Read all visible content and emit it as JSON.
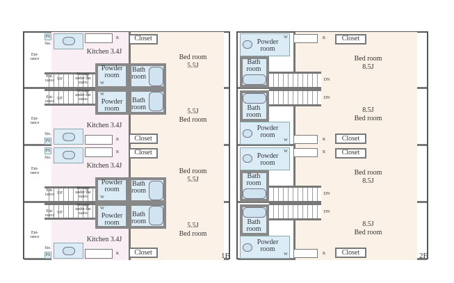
{
  "floors": [
    {
      "label": "1F",
      "units": [
        {
          "kitchen": "Kitchen 3.4J",
          "bedroom": "Bed room",
          "size": "5.5J",
          "closet": "Closet",
          "powder": "Powder room",
          "bath": "Bath room",
          "entrance": "Ent-rance",
          "stair_entrance": "Ent-rance",
          "up": "UP",
          "storage": "Storage under the stairs",
          "ps": "PS",
          "sto": "Sto.",
          "w": "W",
          "r": "R"
        },
        {
          "kitchen": "Kitchen 3.4J",
          "bedroom": "Bed room",
          "size": "5.5J",
          "closet": "Closet",
          "powder": "Powder room",
          "bath": "Bath room",
          "entrance": "Ent-rance",
          "stair_entrance": "Ent-rance",
          "up": "UP",
          "storage": "Storage under the stairs",
          "ps": "PS",
          "sto": "Sto.",
          "w": "W",
          "r": "R"
        },
        {
          "kitchen": "Kitchen 3.4J",
          "bedroom": "Bed room",
          "size": "5.5J",
          "closet": "Closet",
          "powder": "Powder room",
          "bath": "Bath room",
          "entrance": "Ent-rance",
          "stair_entrance": "Ent-rance",
          "up": "UP",
          "storage": "Storage under the stairs",
          "ps": "PS",
          "sto": "Sto.",
          "w": "W",
          "r": "R"
        },
        {
          "kitchen": "Kitchen 3.4J",
          "bedroom": "Bed room",
          "size": "5.5J",
          "closet": "Closet",
          "powder": "Powder room",
          "bath": "Bath room",
          "entrance": "Ent-rance",
          "stair_entrance": "Ent-rance",
          "up": "UP",
          "storage": "Storage under the stairs",
          "ps": "PS",
          "sto": "Sto.",
          "w": "W",
          "r": "R"
        }
      ]
    },
    {
      "label": "2F",
      "units": [
        {
          "bedroom": "Bed room",
          "size": "8.5J",
          "closet": "Closet",
          "powder": "Powder room",
          "bath": "Bath room",
          "dn": "DN",
          "w": "W",
          "r": "R"
        },
        {
          "bedroom": "Bed room",
          "size": "8.5J",
          "closet": "Closet",
          "powder": "Powder room",
          "bath": "Bath room",
          "dn": "DN",
          "w": "W",
          "r": "R"
        },
        {
          "bedroom": "Bed room",
          "size": "8.5J",
          "closet": "Closet",
          "powder": "Powder room",
          "bath": "Bath room",
          "dn": "DN",
          "w": "W",
          "r": "R"
        },
        {
          "bedroom": "Bed room",
          "size": "8.5J",
          "closet": "Closet",
          "powder": "Powder room",
          "bath": "Bath room",
          "dn": "DN",
          "w": "W",
          "r": "R"
        }
      ]
    }
  ]
}
